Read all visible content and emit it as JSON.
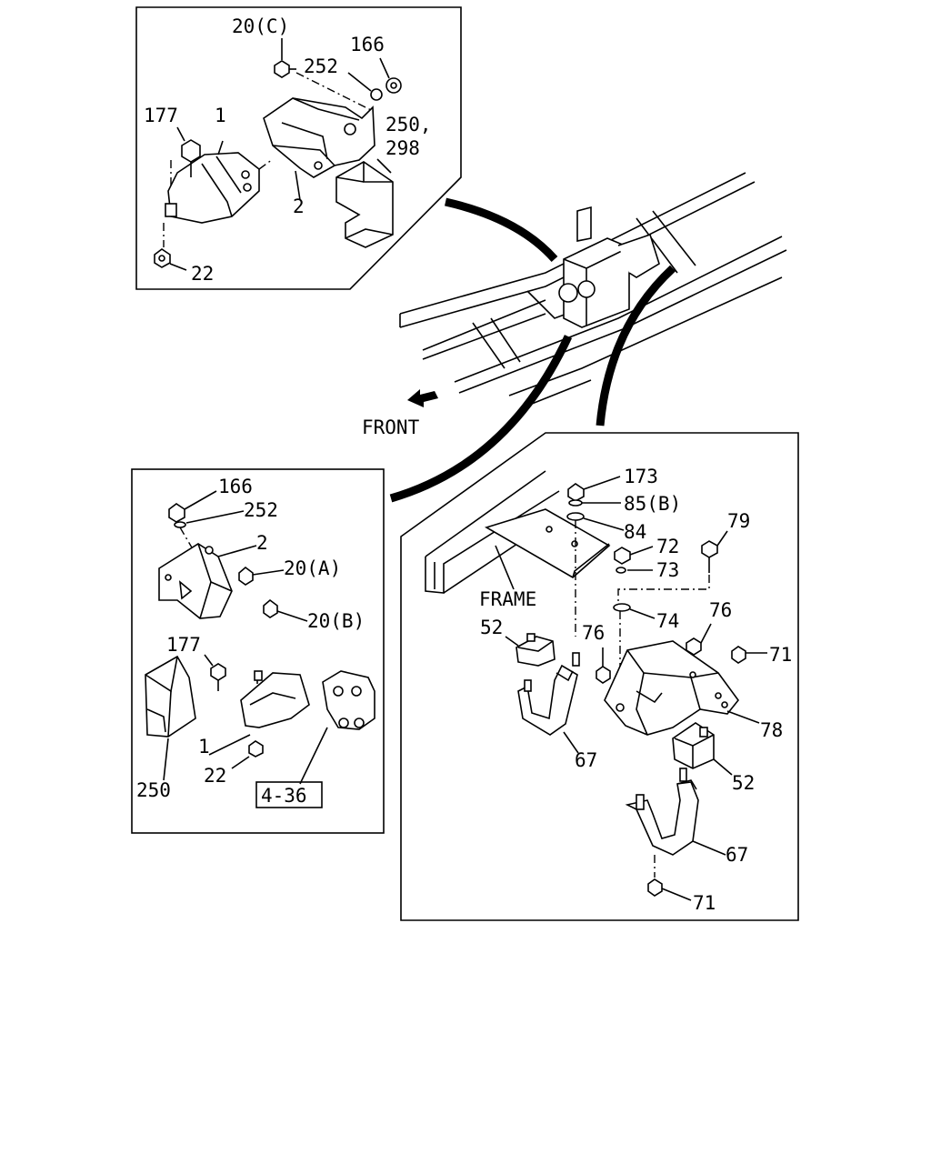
{
  "labels": {
    "top_20c": "20(C)",
    "top_166": "166",
    "top_252": "252",
    "top_177": "177",
    "top_1": "1",
    "top_250_298_a": "250,",
    "top_250_298_b": "298",
    "top_2": "2",
    "top_22": "22",
    "front": "FRONT",
    "left_166": "166",
    "left_252": "252",
    "left_2": "2",
    "left_20a": "20(A)",
    "left_20b": "20(B)",
    "left_177": "177",
    "left_1": "1",
    "left_22": "22",
    "left_250": "250",
    "ref_box": "4-36",
    "right_173": "173",
    "right_85b": "85(B)",
    "right_84": "84",
    "right_79": "79",
    "right_72": "72",
    "right_73": "73",
    "right_frame": "FRAME",
    "right_74": "74",
    "right_76a": "76",
    "right_52a": "52",
    "right_76b": "76",
    "right_71a": "71",
    "right_78": "78",
    "right_67a": "67",
    "right_52b": "52",
    "right_67b": "67",
    "right_71b": "71"
  }
}
